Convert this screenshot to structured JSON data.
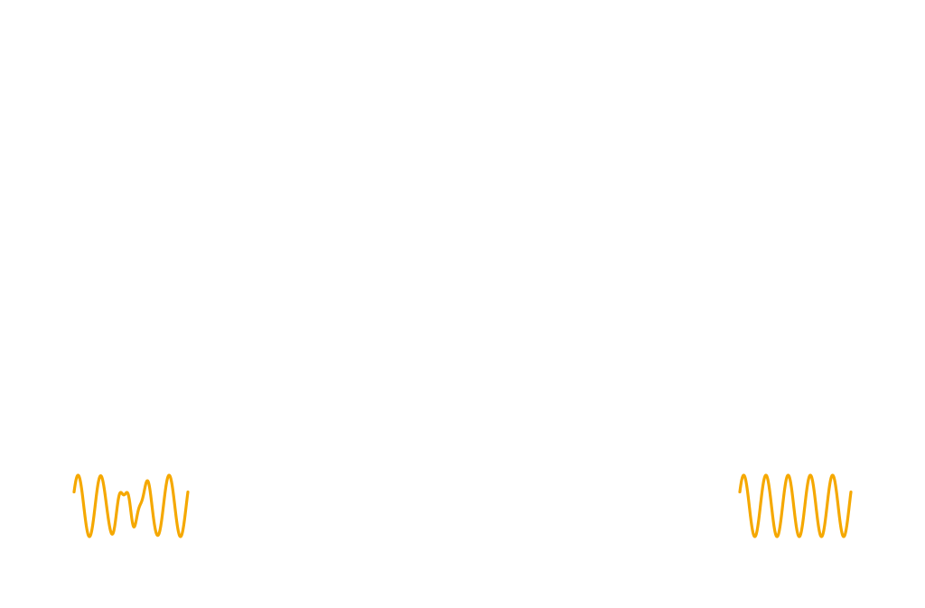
{
  "waves": [
    {
      "id": "left",
      "color": "#F5A800",
      "pattern": "interference",
      "description_label": ""
    },
    {
      "id": "right",
      "color": "#F5A800",
      "pattern": "uniform",
      "description_label": ""
    }
  ]
}
